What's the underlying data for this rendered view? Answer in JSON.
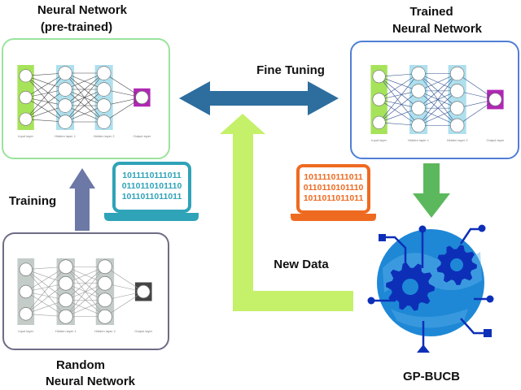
{
  "labels": {
    "pretrained_line1": "Neural Network",
    "pretrained_line2": "(pre-trained)",
    "trained_line1": "Trained",
    "trained_line2": "Neural Network",
    "random_line1": "Random",
    "random_line2": "Neural Network",
    "fine_tuning": "Fine Tuning",
    "training": "Training",
    "new_data": "New Data",
    "gp_bucb": "GP-BUCB"
  },
  "binary_lines": [
    "1011110111011",
    "0110110101110",
    "1011011011011"
  ],
  "network_layer_labels": [
    "Input layer",
    "Hidden layer 1",
    "Hidden layer 2",
    "Output layer"
  ],
  "colors": {
    "pretrained_border": "#9be39b",
    "trained_border": "#4f7fd6",
    "random_border": "#6d6d86",
    "fine_tuning_arrow": "#2e6e9e",
    "training_arrow": "#6c78a6",
    "new_data_arrow": "#c4f06a",
    "gp_arrow": "#5cb85c",
    "laptop_teal": "#2fa3b8",
    "laptop_orange": "#ef6a21",
    "gear_blue": "#0d2fb8",
    "globe_blue": "#1e88d6"
  },
  "icons": [
    "laptop-icon",
    "gears-icon",
    "globe-icon"
  ]
}
